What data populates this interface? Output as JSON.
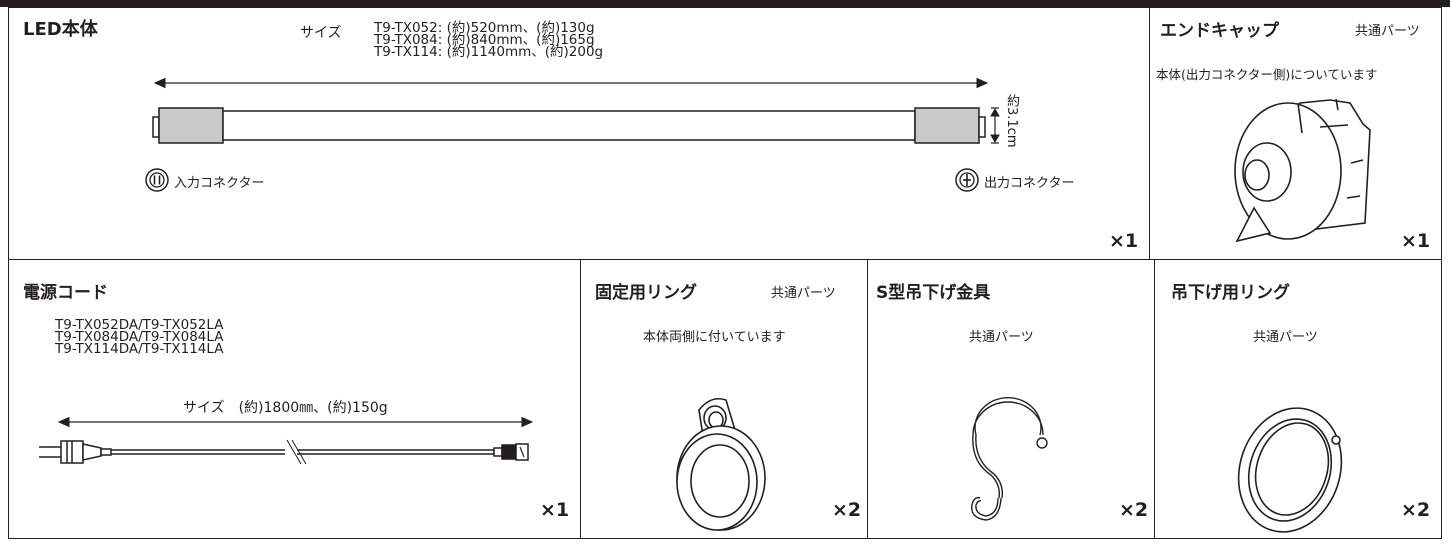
{
  "led": {
    "title": "LED本体",
    "size_label": "サイズ",
    "sizes": [
      "T9-TX052: (約)520mm、(約)130g",
      "T9-TX084: (約)840mm、(約)165g",
      "T9-TX114: (約)1140mm、(約)200g"
    ],
    "diameter": "約3.1cm",
    "input_connector": "入力コネクター",
    "output_connector": "出力コネクター",
    "qty": "×1"
  },
  "endcap": {
    "title": "エンドキャップ",
    "common": "共通パーツ",
    "note": "本体(出力コネクター側)についています",
    "qty": "×1"
  },
  "cord": {
    "title": "電源コード",
    "models": [
      "T9-TX052DA/T9-TX052LA",
      "T9-TX084DA/T9-TX084LA",
      "T9-TX114DA/T9-TX114LA"
    ],
    "size": "サイズ　(約)1800㎜、(約)150g",
    "qty": "×1"
  },
  "fixring": {
    "title": "固定用リング",
    "common": "共通パーツ",
    "note": "本体両側に付いています",
    "qty": "×2"
  },
  "shook": {
    "title": "S型吊下げ金具",
    "common": "共通パーツ",
    "qty": "×2"
  },
  "hangring": {
    "title": "吊下げ用リング",
    "common": "共通パーツ",
    "qty": "×2"
  }
}
